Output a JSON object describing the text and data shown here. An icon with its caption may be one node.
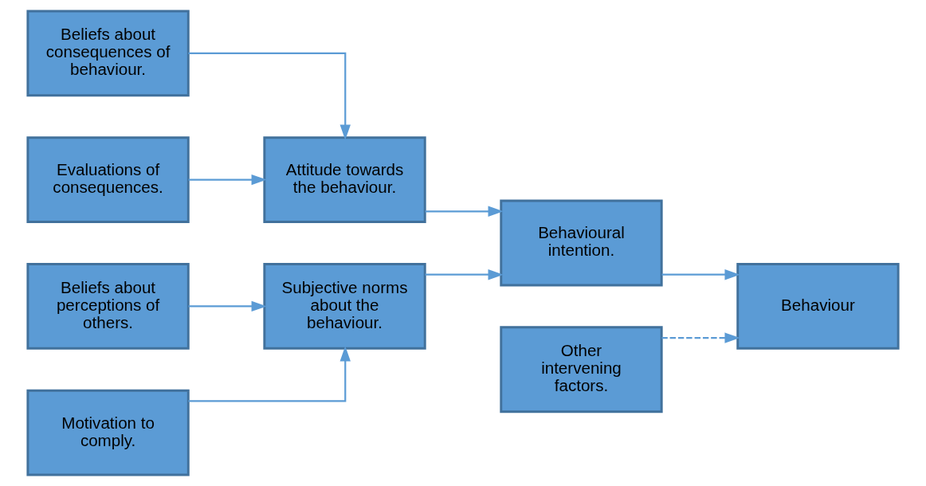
{
  "diagram": {
    "nodes": [
      {
        "text": [
          "Beliefs about consequences of behaviour."
        ]
      },
      {
        "text": [
          "Evaluations of consequences."
        ]
      },
      {
        "text": [
          "Attitude towards the behaviour."
        ]
      },
      {
        "text": [
          "Beliefs about perceptions of others."
        ]
      },
      {
        "text": [
          "Motivation to comply."
        ]
      },
      {
        "text": [
          "Subjective norms about the behaviour."
        ]
      },
      {
        "text": [
          "Behavioural intention."
        ]
      },
      {
        "text": [
          "Behaviour"
        ]
      },
      {
        "text": [
          "Other intervening factors."
        ]
      }
    ],
    "edges": [
      {
        "from": 0,
        "to": 2,
        "arrow": "to"
      },
      {
        "from": 1,
        "to": 2,
        "arrow": "to"
      },
      {
        "from": 3,
        "to": 5,
        "arrow": "to"
      },
      {
        "from": 4,
        "to": 5,
        "arrow": "to"
      },
      {
        "from": 2,
        "to": 6,
        "arrow": "to"
      },
      {
        "from": 5,
        "to": 6,
        "arrow": "to"
      },
      {
        "from": 6,
        "to": 7,
        "arrow": "to"
      },
      {
        "from": 8,
        "to": 7,
        "arrow": "to",
        "style": "dashed"
      }
    ]
  }
}
